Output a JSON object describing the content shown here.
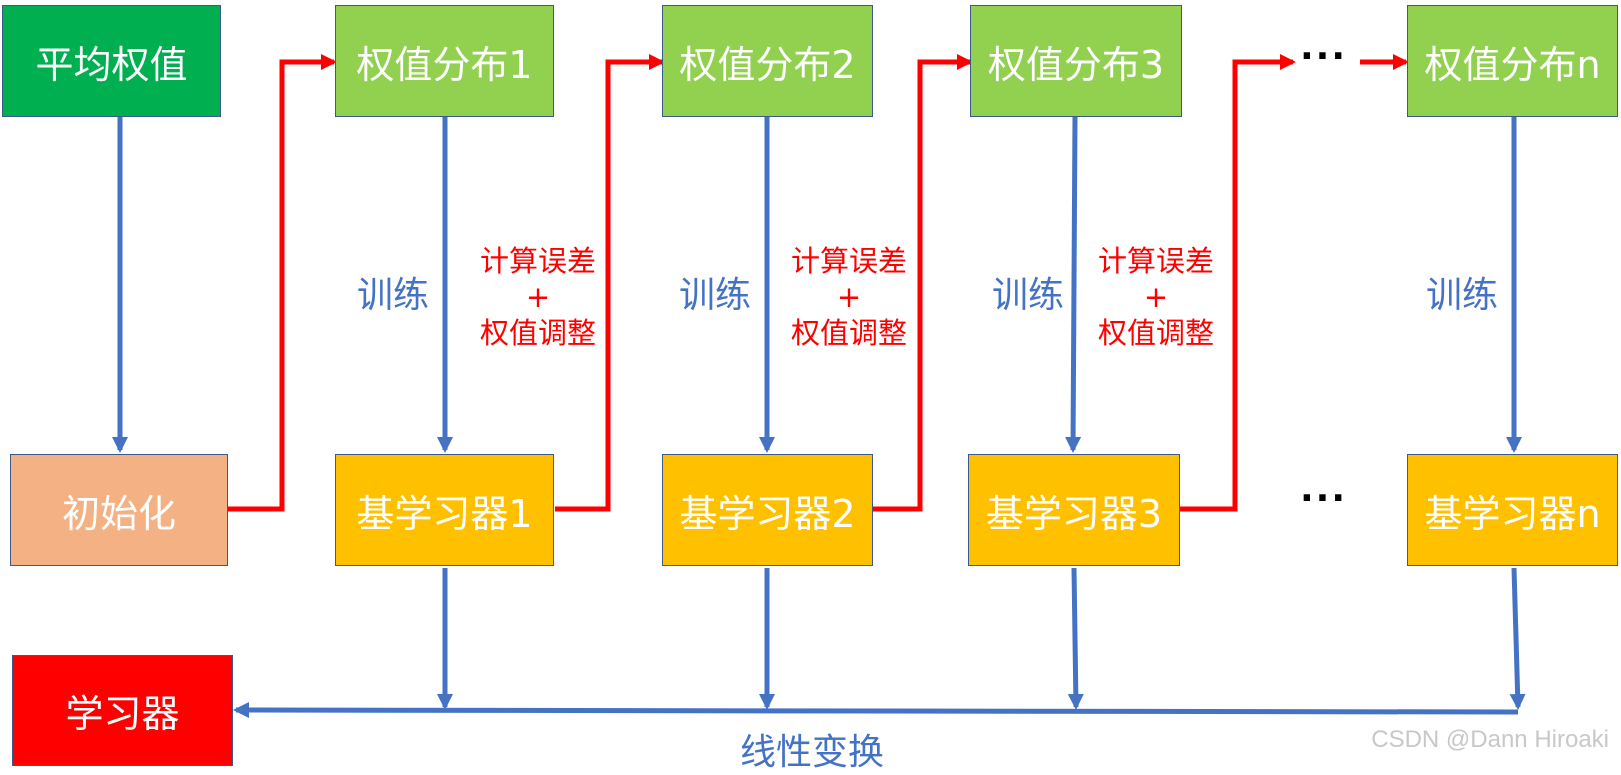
{
  "boxes": {
    "avg_weight": "平均权值",
    "init": "初始化",
    "learner": "学习器",
    "weight_dist": [
      "权值分布1",
      "权值分布2",
      "权值分布3",
      "权值分布n"
    ],
    "base_learner": [
      "基学习器1",
      "基学习器2",
      "基学习器3",
      "基学习器n"
    ]
  },
  "labels": {
    "train": "训练",
    "error_line1": "计算误差",
    "error_line2": "+",
    "error_line3": "权值调整",
    "linear": "线性变换",
    "ellipsis": "···"
  },
  "watermark": "CSDN @Dann Hiroaki",
  "colors": {
    "avg_weight_box": "#00b050",
    "weight_dist_box": "#92d050",
    "init_box": "#f4b183",
    "base_learner_box": "#ffc000",
    "learner_box": "#ff0000",
    "training_arrow": "#4472c4",
    "adjust_arrow": "#ff0000"
  }
}
